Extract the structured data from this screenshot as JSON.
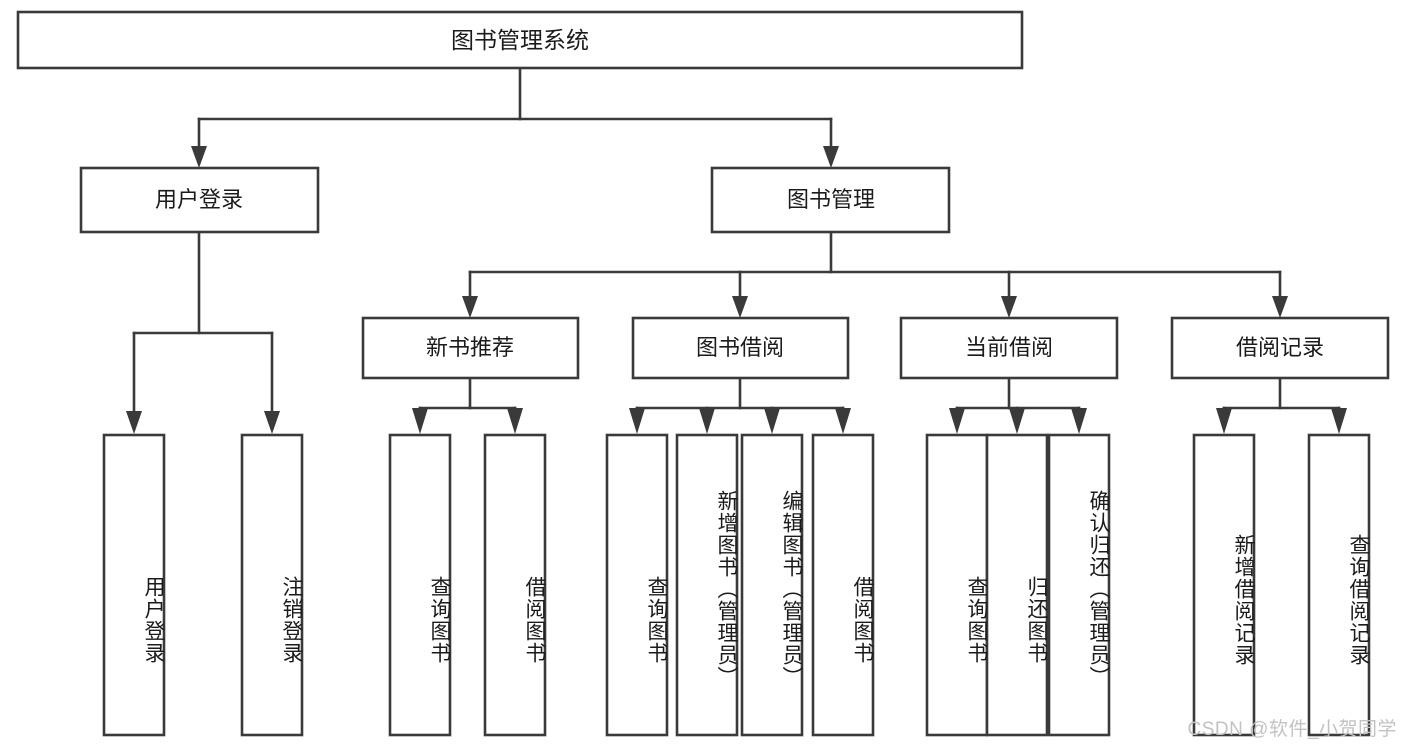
{
  "diagram": {
    "type": "tree-hierarchy",
    "title": "图书管理系统",
    "root": {
      "label": "图书管理系统"
    },
    "level2": [
      {
        "id": "user-login",
        "label": "用户登录"
      },
      {
        "id": "book-management",
        "label": "图书管理"
      }
    ],
    "level3": [
      {
        "id": "new-book-recommend",
        "label": "新书推荐",
        "parent": "book-management"
      },
      {
        "id": "book-borrow",
        "label": "图书借阅",
        "parent": "book-management"
      },
      {
        "id": "current-borrow",
        "label": "当前借阅",
        "parent": "book-management"
      },
      {
        "id": "borrow-record",
        "label": "借阅记录",
        "parent": "book-management"
      }
    ],
    "leaves": [
      {
        "id": "leaf-user-login",
        "label": "用户登录",
        "parent": "user-login"
      },
      {
        "id": "leaf-user-logout",
        "label": "注销登录",
        "parent": "user-login"
      },
      {
        "id": "leaf-query-book-1",
        "label": "查询图书",
        "parent": "new-book-recommend"
      },
      {
        "id": "leaf-borrow-book-1",
        "label": "借阅图书",
        "parent": "new-book-recommend"
      },
      {
        "id": "leaf-query-book-2",
        "label": "查询图书",
        "parent": "book-borrow"
      },
      {
        "id": "leaf-add-book",
        "label": "新增图书（管理员）",
        "parent": "book-borrow"
      },
      {
        "id": "leaf-edit-book",
        "label": "编辑图书（管理员）",
        "parent": "book-borrow"
      },
      {
        "id": "leaf-borrow-book-2",
        "label": "借阅图书",
        "parent": "book-borrow"
      },
      {
        "id": "leaf-query-book-3",
        "label": "查询图书",
        "parent": "current-borrow"
      },
      {
        "id": "leaf-return-book",
        "label": "归还图书",
        "parent": "current-borrow"
      },
      {
        "id": "leaf-confirm-return",
        "label": "确认归还（管理员）",
        "parent": "current-borrow"
      },
      {
        "id": "leaf-add-record",
        "label": "新增借阅记录",
        "parent": "borrow-record"
      },
      {
        "id": "leaf-query-record",
        "label": "查询借阅记录",
        "parent": "borrow-record"
      }
    ],
    "watermark": "CSDN @软件_小贺同学",
    "colors": {
      "stroke": "#3a3a3a",
      "box_fill": "#ffffff",
      "text": "#1b1b1b",
      "watermark": "#c2c2c2",
      "background": "#ffffff"
    }
  }
}
